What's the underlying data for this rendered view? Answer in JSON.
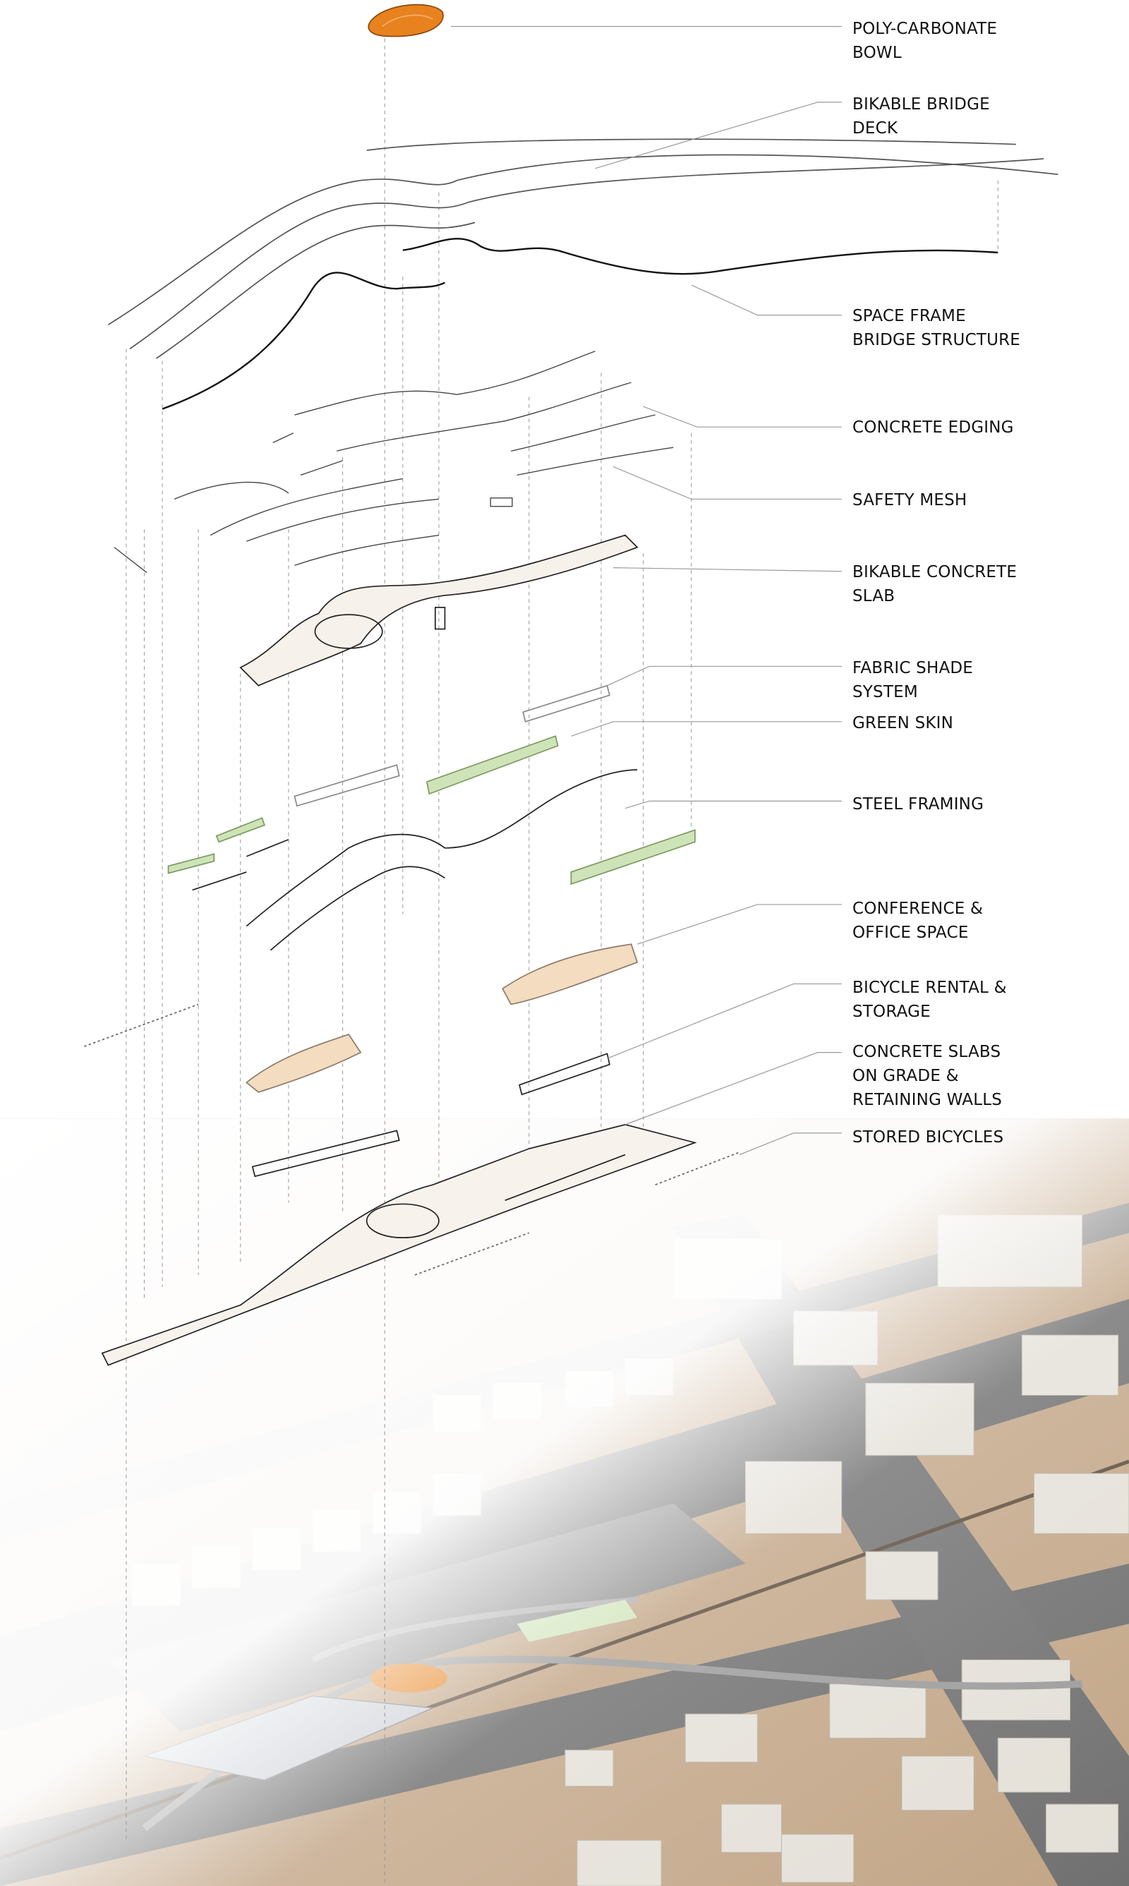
{
  "diagram": {
    "type": "exploded axonometric",
    "colors": {
      "bowl": "#e8821e",
      "ground": "#c2a586",
      "road": "#707070",
      "building": "#e4e0d8",
      "green_skin": "#cfe3b8",
      "conference": "#f3dcbf",
      "linework": "#222222"
    },
    "labels": [
      {
        "id": "poly-carbonate-bowl",
        "text": "POLY-CARBONATE\nBOWL"
      },
      {
        "id": "bikable-bridge-deck",
        "text": "BIKABLE BRIDGE\nDECK"
      },
      {
        "id": "space-frame-bridge-structure",
        "text": "SPACE FRAME\nBRIDGE STRUCTURE"
      },
      {
        "id": "concrete-edging",
        "text": "CONCRETE EDGING"
      },
      {
        "id": "safety-mesh",
        "text": "SAFETY MESH"
      },
      {
        "id": "bikable-concrete-slab",
        "text": "BIKABLE CONCRETE\nSLAB"
      },
      {
        "id": "fabric-shade-system",
        "text": "FABRIC SHADE\nSYSTEM"
      },
      {
        "id": "green-skin",
        "text": "GREEN SKIN"
      },
      {
        "id": "steel-framing",
        "text": "STEEL FRAMING"
      },
      {
        "id": "conference-office-space",
        "text": "CONFERENCE &\nOFFICE SPACE"
      },
      {
        "id": "bicycle-rental-storage",
        "text": "BICYCLE RENTAL &\nSTORAGE"
      },
      {
        "id": "concrete-slabs-on-grade",
        "text": "CONCRETE SLABS\nON GRADE &\nRETAINING WALLS"
      },
      {
        "id": "stored-bicycles",
        "text": "STORED BICYCLES"
      }
    ]
  }
}
